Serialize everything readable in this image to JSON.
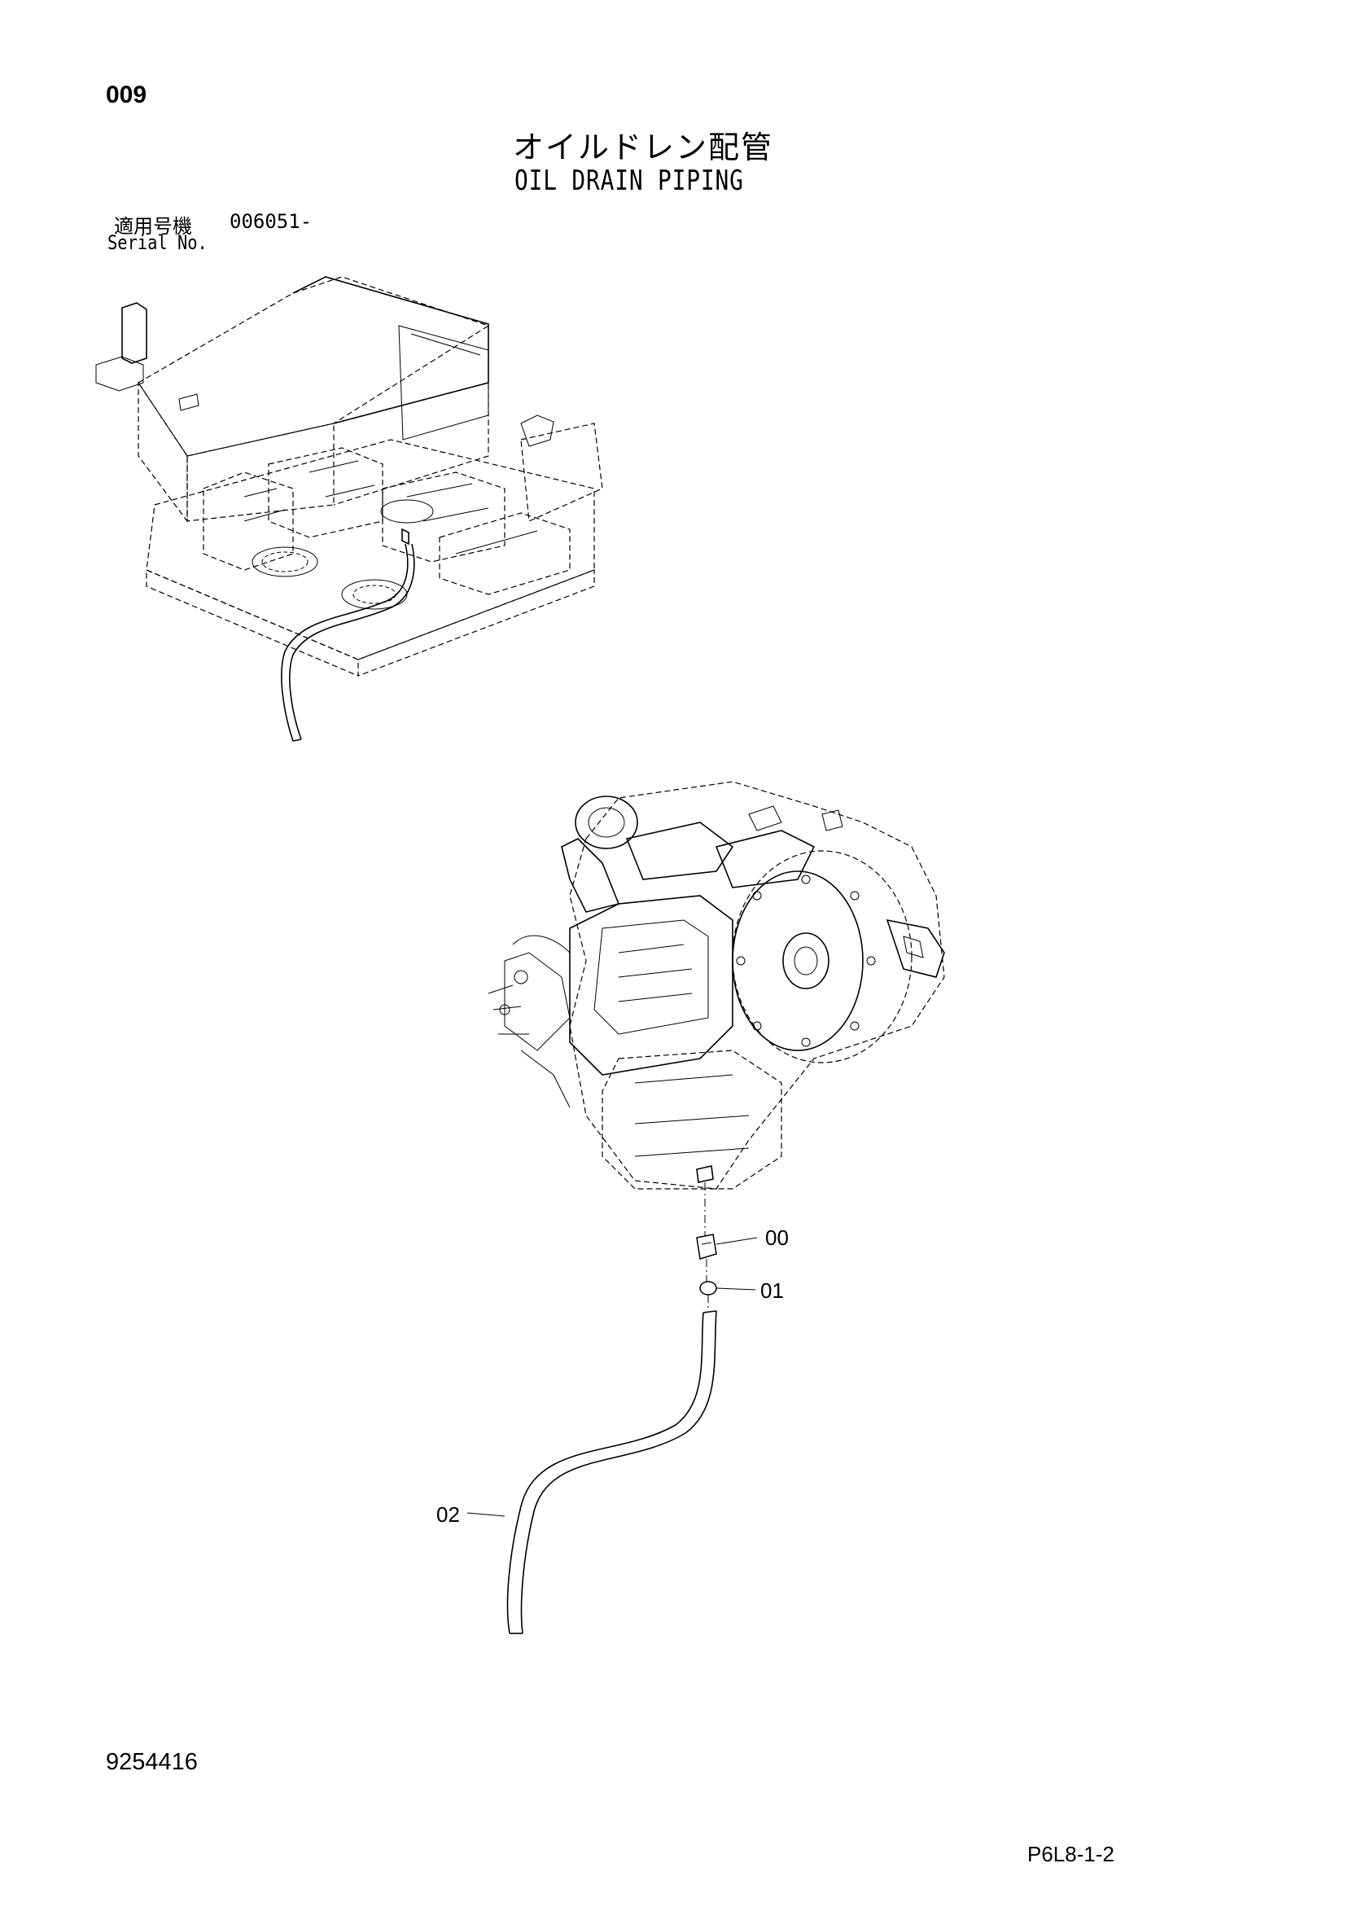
{
  "header": {
    "page_number": "009",
    "title_jp": "オイルドレン配管",
    "title_en": "OIL DRAIN PIPING"
  },
  "serial": {
    "label_jp": "適用号機",
    "value": "006051-",
    "label_en": "Serial No."
  },
  "callouts": [
    {
      "id": "00"
    },
    {
      "id": "01"
    },
    {
      "id": "02"
    }
  ],
  "footer": {
    "doc_number": "9254416",
    "page_code": "P6L8-1-2"
  }
}
